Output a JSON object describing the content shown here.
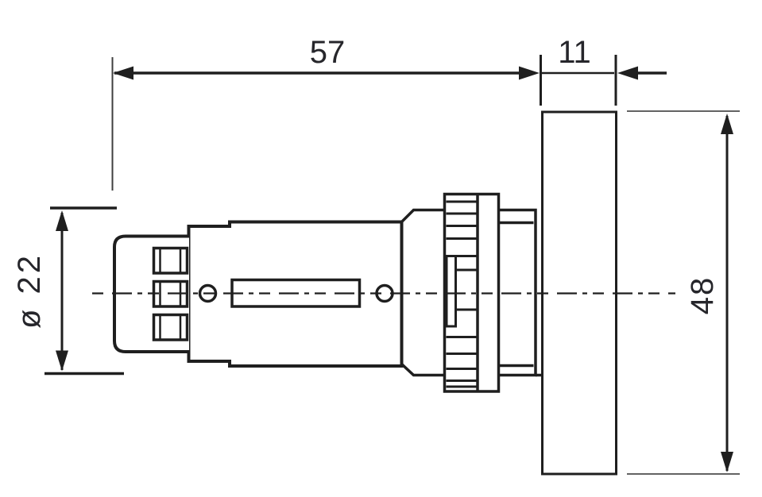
{
  "drawing": {
    "type": "technical-dimension-drawing",
    "dimensions": {
      "depth_behind_panel": {
        "label": "57"
      },
      "panel_thickness": {
        "label": "11"
      },
      "rear_body_diameter": {
        "label": "ø 22"
      },
      "front_plate_height": {
        "label": "48"
      }
    },
    "colors": {
      "line": "#1f1f1f",
      "thin_line": "#4d4d4d",
      "text": "#26262b",
      "background": "#ffffff"
    }
  }
}
